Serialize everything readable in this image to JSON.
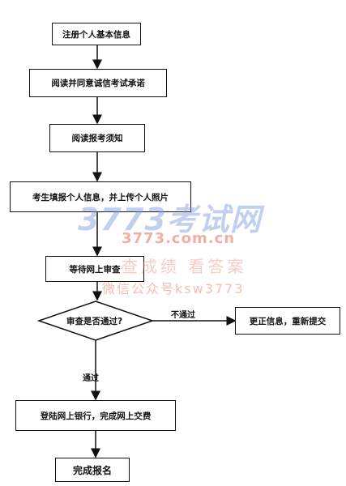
{
  "flowchart": {
    "steps": {
      "register": "注册个人基本信息",
      "read_pledge": "阅读并同意诚信考试承诺",
      "read_notice": "阅读报考须知",
      "fill_info": "考生填报个人信息，并上传个人照片",
      "wait_review": "等待网上审查",
      "decision": "审查是否通过?",
      "correct_info": "更正信息，重新提交",
      "pay": "登陆网上银行，完成网上交费",
      "complete": "完成报名"
    },
    "edge_labels": {
      "fail": "不通过",
      "pass": "通过"
    }
  },
  "watermark": {
    "logo": "3773考试网",
    "url": "3773.com.cn",
    "tagline": "查成绩 看答案",
    "wechat": "微信公众号ksw3773"
  },
  "colors": {
    "line": "#111111",
    "watermark_blue": "#7896dc",
    "watermark_red": "#e66e5a"
  }
}
